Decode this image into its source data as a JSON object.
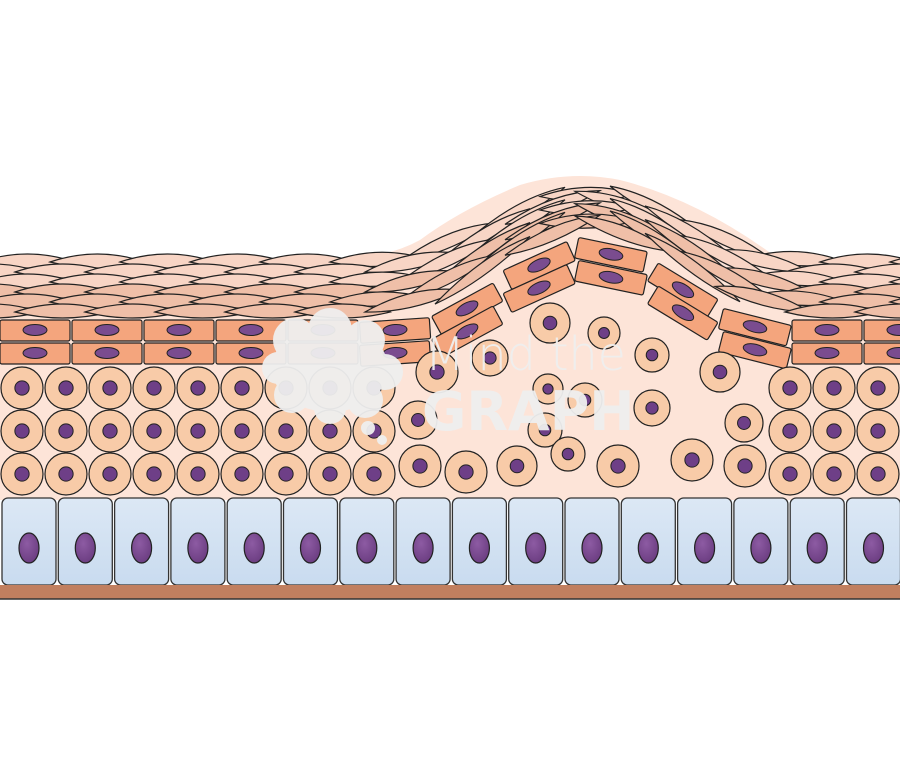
{
  "figure": {
    "subject": "stratified squamous epithelium with basal layer, polygonal/spinous cells, flattened squamous layers, and a disorganized bulging lesion",
    "layers": [
      {
        "name": "squamous-surface-layer",
        "color": "#f8d5c5",
        "stroke": "#222222"
      },
      {
        "name": "squamous-deep-layer",
        "color": "#efbfa8"
      },
      {
        "name": "flattened-cell-rows",
        "rows": 2,
        "color": "#f4a57d",
        "nucleus_color": "#7a4c8f"
      },
      {
        "name": "round-cell-rows",
        "rows": 3,
        "color": "#f8cba8",
        "nucleus_color": "#6e3f87"
      },
      {
        "name": "basal-columnar-cells",
        "count": 16,
        "color": "#d4e3f3",
        "nucleus_color": "#7a4c8f"
      },
      {
        "name": "basement-membrane",
        "color": "#c17f5f"
      }
    ],
    "background_tissue": "#fde4d8"
  },
  "watermark": {
    "line1": "Mind the",
    "line2": "GRAPH",
    "color": "#efefef"
  }
}
